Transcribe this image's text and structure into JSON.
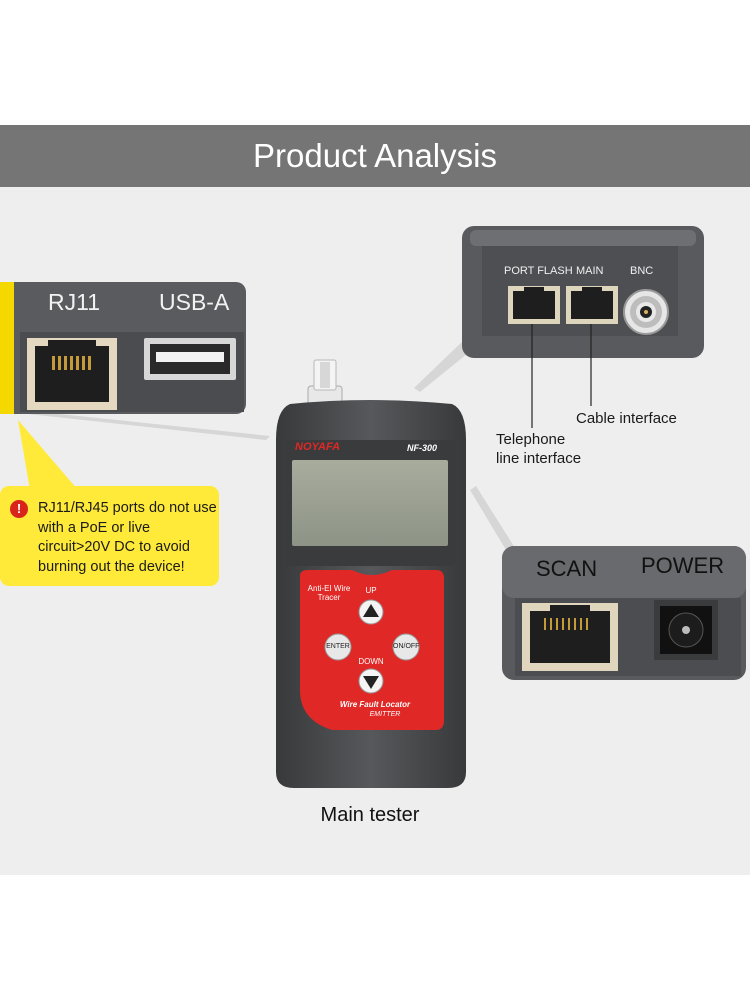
{
  "title": "Product Analysis",
  "warning": {
    "icon": "exclamation-icon",
    "text": "RJ11/RJ45 ports do not use with a PoE or live circuit>20V DC to avoid burning out the device!"
  },
  "ports_left": {
    "rj11": "RJ11",
    "usb_a": "USB-A"
  },
  "ports_top": {
    "port_flash": "PORT FLASH",
    "main": "MAIN",
    "bnc": "BNC",
    "cable_interface": "Cable interface",
    "telephone_line_1": "Telephone",
    "telephone_line_2": "line interface"
  },
  "ports_right": {
    "scan": "SCAN",
    "power": "POWER"
  },
  "device": {
    "brand": "NOYAFA",
    "model": "NF-300",
    "mode_1": "Anti-EI Wire",
    "mode_2": "Tracer",
    "up": "UP",
    "down": "DOWN",
    "enter": "ENTER",
    "onoff": "ON/OFF",
    "panel_1": "Wire Fault Locator",
    "panel_2": "EMITTER"
  },
  "caption": "Main tester",
  "colors": {
    "banner": "#757575",
    "background": "#eeeeee",
    "warning_bubble": "#ffea3a",
    "warning_icon": "#d9241c",
    "device_body": "#4a4b4d",
    "device_red": "#e02826",
    "screen": "#9aa092"
  }
}
